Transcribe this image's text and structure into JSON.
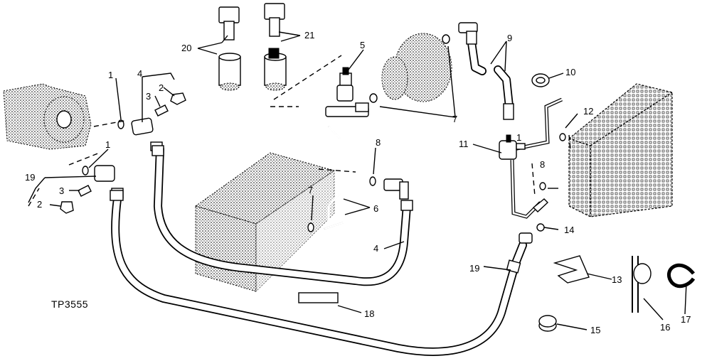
{
  "figure_id": "TP3555",
  "callouts": {
    "c1a": "1",
    "c1b": "1",
    "c1c": "1",
    "c2a": "2",
    "c2b": "2",
    "c3a": "3",
    "c3b": "3",
    "c4a": "4",
    "c4b": "4",
    "c5": "5",
    "c6": "6",
    "c7a": "7",
    "c7b": "7",
    "c8a": "8",
    "c8b": "8",
    "c9": "9",
    "c10": "10",
    "c11": "11",
    "c12": "12",
    "c13": "13",
    "c14": "14",
    "c15": "15",
    "c16": "16",
    "c17": "17",
    "c18": "18",
    "c19a": "19",
    "c19b": "19",
    "c20": "20",
    "c21": "21"
  }
}
